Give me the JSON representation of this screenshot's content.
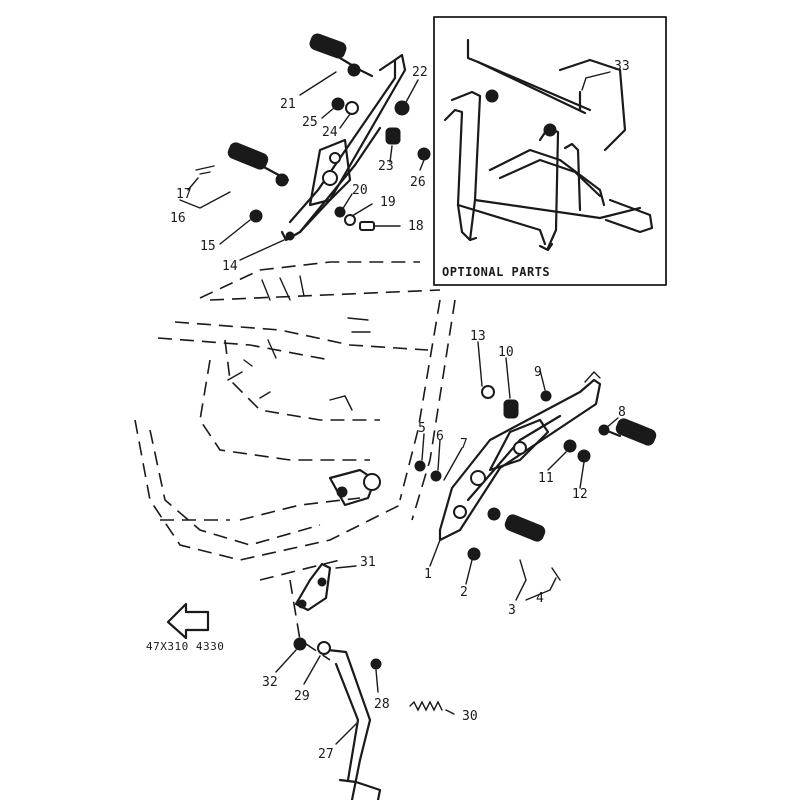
{
  "diagram": {
    "optional_box_label": "OPTIONAL PARTS",
    "catalog_code": "47X310  4330",
    "part_labels": {
      "p1": "1",
      "p2": "2",
      "p3": "3",
      "p4": "4",
      "p5": "5",
      "p6": "6",
      "p7": "7",
      "p8": "8",
      "p9": "9",
      "p10": "10",
      "p11": "11",
      "p12": "12",
      "p13": "13",
      "p14": "14",
      "p15": "15",
      "p16": "16",
      "p17": "17",
      "p18": "18",
      "p19": "19",
      "p20": "20",
      "p21": "21",
      "p22": "22",
      "p23": "23",
      "p24": "24",
      "p25": "25",
      "p26": "26",
      "p27": "27",
      "p28": "28",
      "p29": "29",
      "p30": "30",
      "p31": "31",
      "p32": "32",
      "p33": "33"
    },
    "ink_color": "#1a1a1a",
    "paper_color": "#ffffff"
  }
}
